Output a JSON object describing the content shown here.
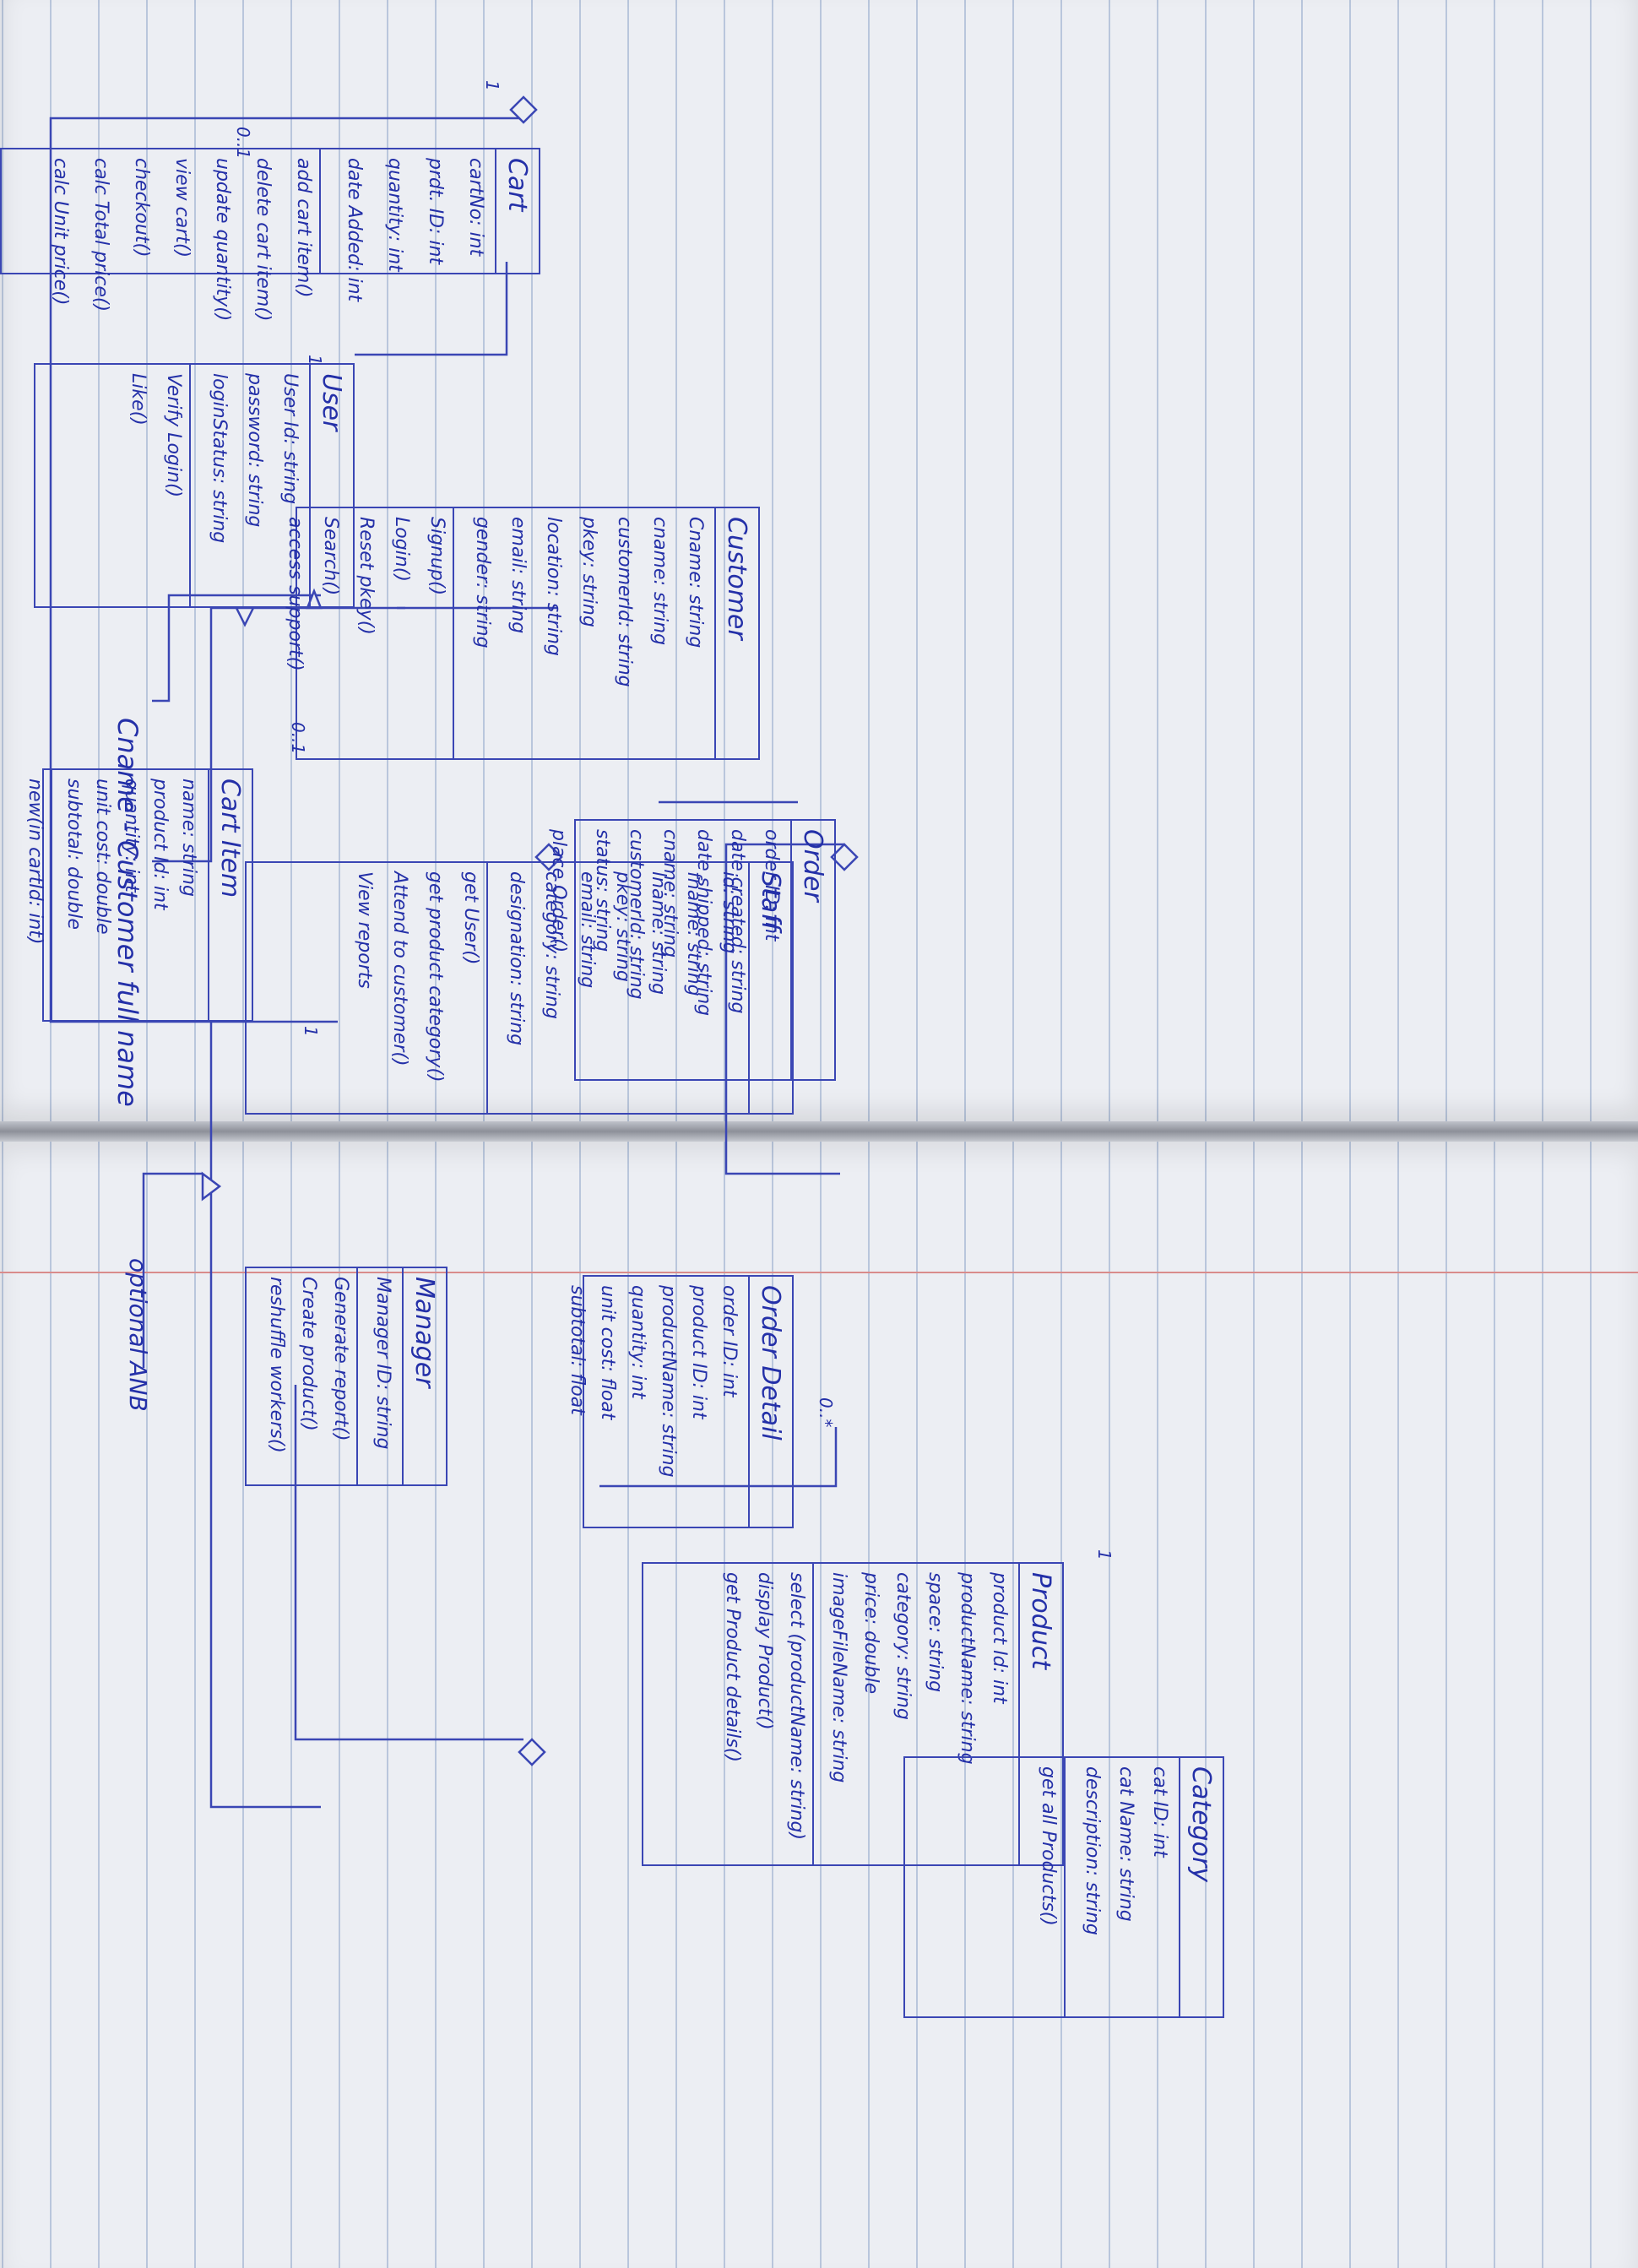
{
  "heading": "Cname - Customer full name",
  "note": "optional ANB",
  "classes": {
    "cart": {
      "name": "Cart",
      "attributes": [
        "cartNo: int",
        "prdt. ID: int",
        "quantity: int",
        "date Added: int"
      ],
      "methods": [
        "add cart item()",
        "delete cart item()",
        "update quantity()",
        "view cart()",
        "checkout()",
        "calc Total price()",
        "calc Unit price()"
      ]
    },
    "user": {
      "name": "User",
      "attributes": [
        "User Id: string",
        "password: string",
        "loginStatus: string"
      ],
      "methods": [
        "Verify Login()",
        "Like()"
      ]
    },
    "customer": {
      "name": "Customer",
      "attributes": [
        "Cname: string",
        "cname: string",
        "customerId: string",
        "pkey: string",
        "location: string",
        "email: string",
        "gender: string"
      ],
      "methods": [
        "Signup()",
        "Login()",
        "Reset pkey()",
        "Search()",
        "access support()"
      ]
    },
    "staff": {
      "name": "Staff",
      "attributes": [
        "id: string",
        "fname: string",
        "lname: string",
        "pkey: string",
        "email: string",
        "category: string",
        "designation: string"
      ],
      "methods": [
        "get User()",
        "get product category()",
        "Attend to customer()",
        "View reports"
      ]
    },
    "order": {
      "name": "Order",
      "attributes": [
        "order ID: int",
        "date created: string",
        "date shipped: string",
        "cname: string",
        "customerId: string",
        "status: string"
      ],
      "methods": [
        "place Order()"
      ]
    },
    "cart_item": {
      "name": "Cart Item",
      "attributes": [
        "name: string",
        "product Id: int",
        "quantity: int",
        "unit cost: double",
        "subtotal: double"
      ],
      "methods": [
        "new(in cartId: int)"
      ]
    },
    "manager": {
      "name": "Manager",
      "attributes": [
        "Manager ID: string"
      ],
      "methods": [
        "Generate report()",
        "Create product()",
        "reshuffle workers()"
      ]
    },
    "order_detail": {
      "name": "Order Detail",
      "attributes": [
        "order ID: int",
        "product ID: int",
        "productName: string",
        "quantity: int",
        "unit cost: float",
        "subtotal: float"
      ],
      "methods": []
    },
    "product": {
      "name": "Product",
      "attributes": [
        "product Id: int",
        "productName: string",
        "space: string",
        "category: string",
        "price: double",
        "imageFileName: string"
      ],
      "methods": [
        "select (productName: string)",
        "display Product()",
        "get Product details()"
      ]
    },
    "category": {
      "name": "Category",
      "attributes": [
        "cat ID: int",
        "cat Name: string",
        "description: string"
      ],
      "methods": [
        "get all Products()"
      ]
    }
  },
  "multiplicities": {
    "cart_user_cart": "0..1",
    "cart_user_user": "1",
    "cart_aggregation": "1",
    "cart_item_side": "0..1",
    "cart_item_product": "1",
    "order_detail_side": "0..*",
    "product_side": "1"
  },
  "colors": {
    "ink": "#2430a8",
    "ruling": "#b9c6dc",
    "margin": "#d98b8b",
    "paper": "#eceef3"
  }
}
